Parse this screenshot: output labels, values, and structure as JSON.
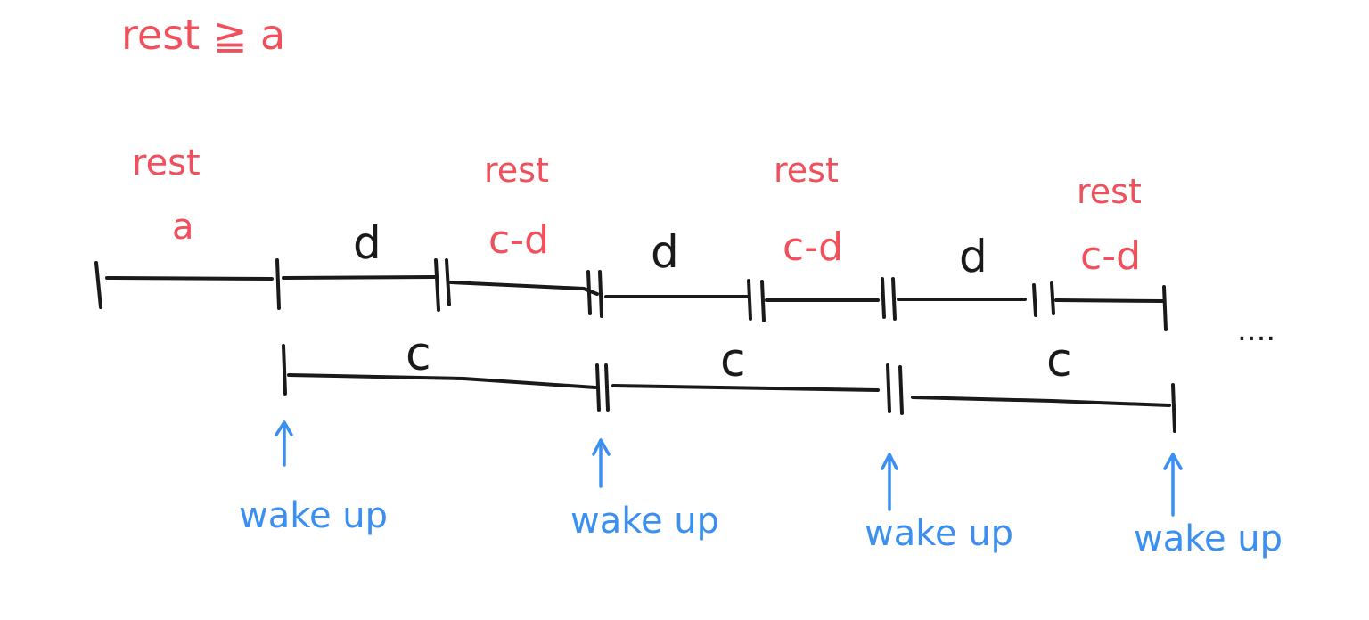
{
  "title": "rest ≧ a",
  "labels": {
    "rest": "rest",
    "a": "a",
    "d": "d",
    "c_minus_d": "c-d",
    "c": "c",
    "wake_up": "wake up",
    "ellipsis": "...."
  },
  "colors": {
    "rest_text": "#f0505c",
    "wake_text": "#3a8ff0",
    "line": "#1a1a1a"
  }
}
